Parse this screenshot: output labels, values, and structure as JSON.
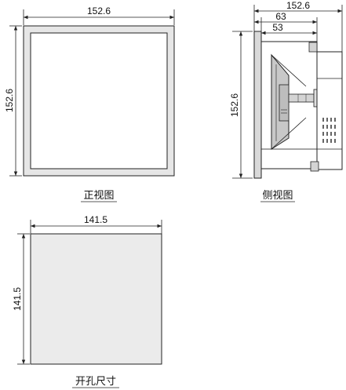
{
  "front_view": {
    "width_dim": "152.6",
    "height_dim": "152.6",
    "caption": "正视图"
  },
  "side_view": {
    "overall_depth_dim": "152.6",
    "depth_63_dim": "63",
    "depth_53_dim": "53",
    "height_dim": "152.6",
    "caption": "侧视图"
  },
  "cutout": {
    "width_dim": "141.5",
    "height_dim": "141.5",
    "caption": "开孔尺寸"
  },
  "colors": {
    "line": "#222222",
    "frame_fill": "#e6e6e6",
    "cutout_fill": "#ebebeb"
  }
}
